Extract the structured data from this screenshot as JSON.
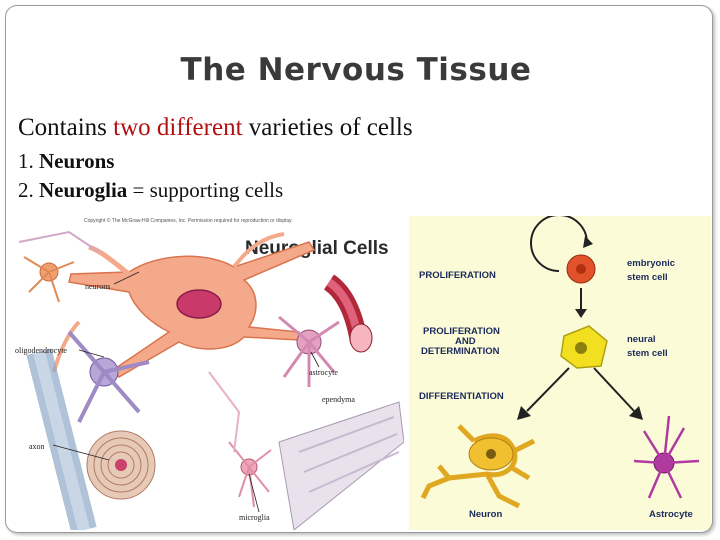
{
  "slide": {
    "title": "The Nervous Tissue",
    "intro_before": "Contains ",
    "intro_highlight": "two different",
    "intro_after": " varieties of cells",
    "list": [
      {
        "num": "1. ",
        "bold": "Neurons",
        "rest": ""
      },
      {
        "num": "2. ",
        "bold": "Neuroglia",
        "rest": " = supporting cells"
      }
    ]
  },
  "figure_left": {
    "copyright": "Copyright © The McGraw-Hill Companies, Inc. Permission required for reproduction or display.",
    "title": "Neuroglial Cells",
    "labels": {
      "neurons": "neurons",
      "oligodendrocyte": "oligodendrocyte",
      "astrocyte": "astrocyte",
      "ependyma": "ependyma",
      "axon": "axon",
      "microglia": "microglia"
    }
  },
  "figure_right": {
    "stages": {
      "proliferation": "PROLIFERATION",
      "prolif_det_1": "PROLIFERATION",
      "prolif_det_2": "AND",
      "prolif_det_3": "DETERMINATION",
      "differentiation": "DIFFERENTIATION"
    },
    "cells": {
      "embryonic_1": "embryonic",
      "embryonic_2": "stem cell",
      "neural_1": "neural",
      "neural_2": "stem cell",
      "neuron": "Neuron",
      "astrocyte": "Astrocyte"
    }
  },
  "colors": {
    "highlight": "#b01010",
    "title_gray": "#3a3a3a",
    "right_panel_bg": "#fbfbd8",
    "label_navy": "#1b2a5a"
  }
}
